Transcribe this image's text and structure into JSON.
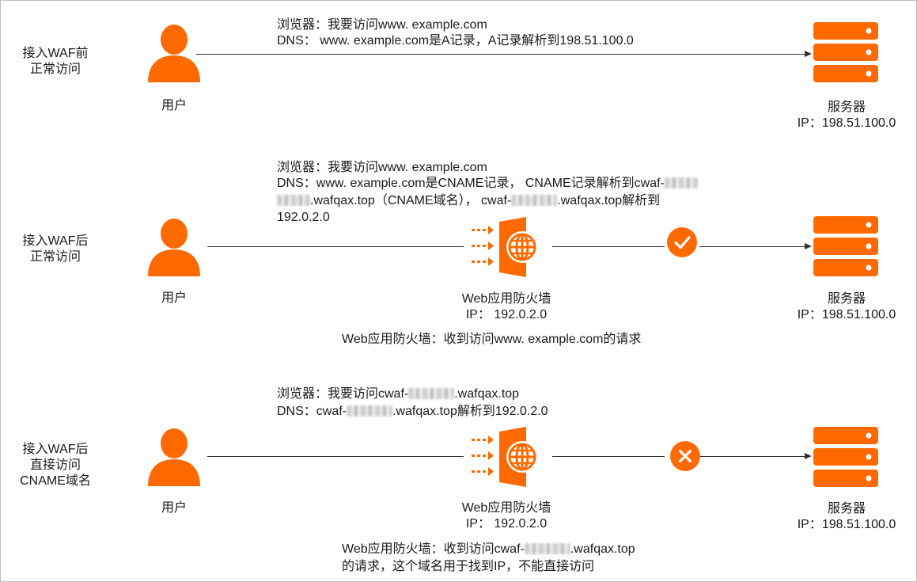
{
  "colors": {
    "accent": "#ff6a00",
    "line": "#333333"
  },
  "row1": {
    "label_line1": "接入WAF前",
    "label_line2": "正常访问",
    "user_label": "用户",
    "browser_text": "浏览器：我要访问www. example.com",
    "dns_text": "DNS： www. example.com是A记录，A记录解析到198.51.100.0",
    "server_label": "服务器",
    "server_ip": "IP：198.51.100.0"
  },
  "row2": {
    "label_line1": "接入WAF后",
    "label_line2": "正常访问",
    "user_label": "用户",
    "browser_text": "浏览器：我要访问www. example.com",
    "dns_line1": "DNS：www. example.com是CNAME记录， CNAME记录解析到cwaf-",
    "dns_line2a": ".wafqax.top（CNAME域名）， cwaf-",
    "dns_line2b": ".wafqax.top解析到",
    "dns_line3": "192.0.2.0",
    "waf_label": "Web应用防火墙",
    "waf_ip": "IP： 192.0.2.0",
    "waf_note": "Web应用防火墙：收到访问www. example.com的请求",
    "server_label": "服务器",
    "server_ip": "IP：198.51.100.0",
    "status": "check-icon"
  },
  "row3": {
    "label_line1": "接入WAF后",
    "label_line2": "直接访问",
    "label_line3": "CNAME域名",
    "user_label": "用户",
    "browser_a": "浏览器：我要访问cwaf-",
    "browser_b": ".wafqax.top",
    "dns_a": "DNS：cwaf-",
    "dns_b": ".wafqax.top解析到192.0.2.0",
    "waf_label": "Web应用防火墙",
    "waf_ip": "IP： 192.0.2.0",
    "waf_note_a": "Web应用防火墙：收到访问cwaf-",
    "waf_note_b": ".wafqax.top",
    "waf_note_line2": "的请求，这个域名用于找到IP，不能直接访问",
    "server_label": "服务器",
    "server_ip": "IP：198.51.100.0",
    "status": "cross-icon"
  }
}
